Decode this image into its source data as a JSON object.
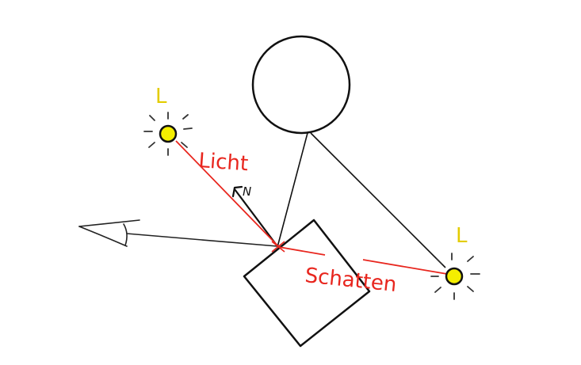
{
  "labels": {
    "light_left": "L",
    "light_right": "L",
    "light_ray": "Licht",
    "normal": "N",
    "shadow_ray": "Schatten"
  },
  "colors": {
    "ray": "#e8261e",
    "light_label": "#e3cc00",
    "light_fill": "#f4ee00",
    "line": "#111111",
    "background": "#ffffff"
  },
  "icons": {
    "eye": "eye-icon",
    "light": "light-source-icon"
  }
}
